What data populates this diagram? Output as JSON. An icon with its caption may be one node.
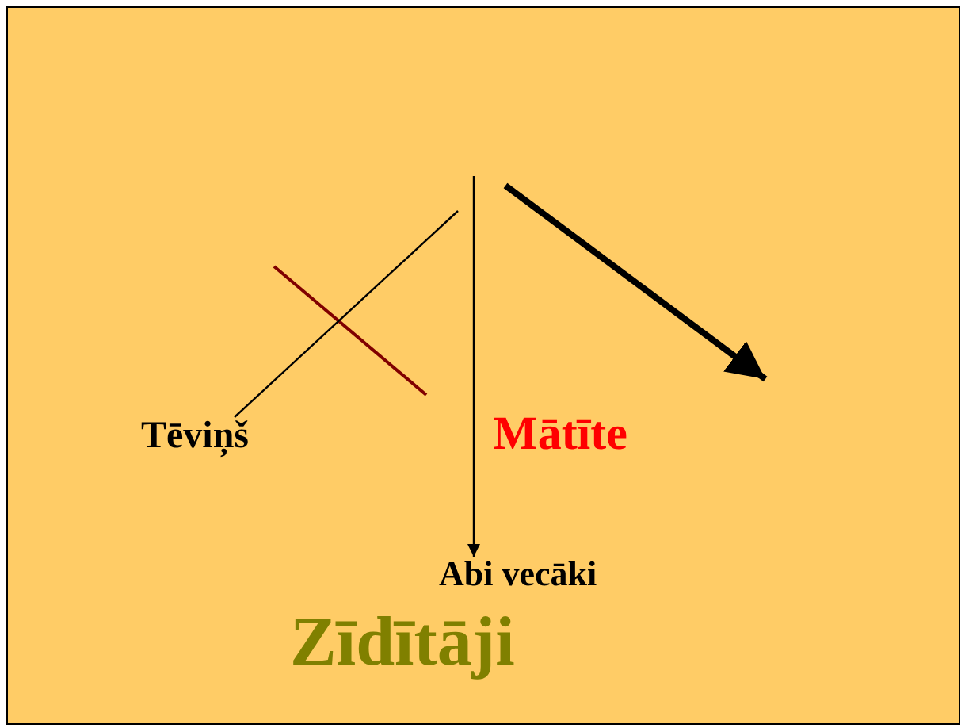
{
  "diagram": {
    "nodes": [
      {
        "text": [
          "Tēviņš"
        ]
      },
      {
        "text": [
          "Mātīte"
        ]
      },
      {
        "text": [
          "Abi vecāki"
        ]
      },
      {
        "text": [
          "Zīdītāji"
        ]
      }
    ],
    "edges": [
      {
        "from": null,
        "to": 0,
        "arrow": "none"
      },
      {
        "from": null,
        "to": 2,
        "arrow": "to"
      }
    ]
  }
}
